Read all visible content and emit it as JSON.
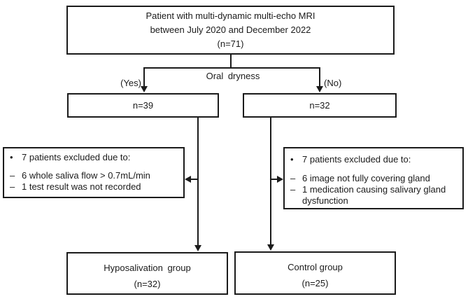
{
  "colors": {
    "ink": "#1b1b1b",
    "background": "#ffffff"
  },
  "flowchart": {
    "enrollment_box": {
      "line1": "Patient with multi-dynamic multi-echo MRI",
      "line2": "between July 2020 and December 2022",
      "count": "(n=71)"
    },
    "decision": {
      "label": "Oral dryness",
      "yes": "(Yes)",
      "no": "(No)"
    },
    "yes_count_box": {
      "label": "n=39"
    },
    "no_count_box": {
      "label": "n=32"
    },
    "left_exclusion_box": {
      "bullet_marker": "•",
      "heading": "7 patients excluded due to:",
      "item_marker": "–",
      "items": [
        "6 whole saliva flow > 0.7mL/min",
        "1 test result was not recorded"
      ]
    },
    "right_exclusion_box": {
      "bullet_marker": "•",
      "heading": "7 patients excluded due to:",
      "item_marker": "–",
      "items": [
        "6 image not fully covering gland",
        "1 medication causing salivary gland dysfunction"
      ]
    },
    "hyposalivation_box": {
      "label": "Hyposalivation group",
      "count": "(n=32)"
    },
    "control_box": {
      "label": "Control group",
      "count": "(n=25)"
    }
  }
}
